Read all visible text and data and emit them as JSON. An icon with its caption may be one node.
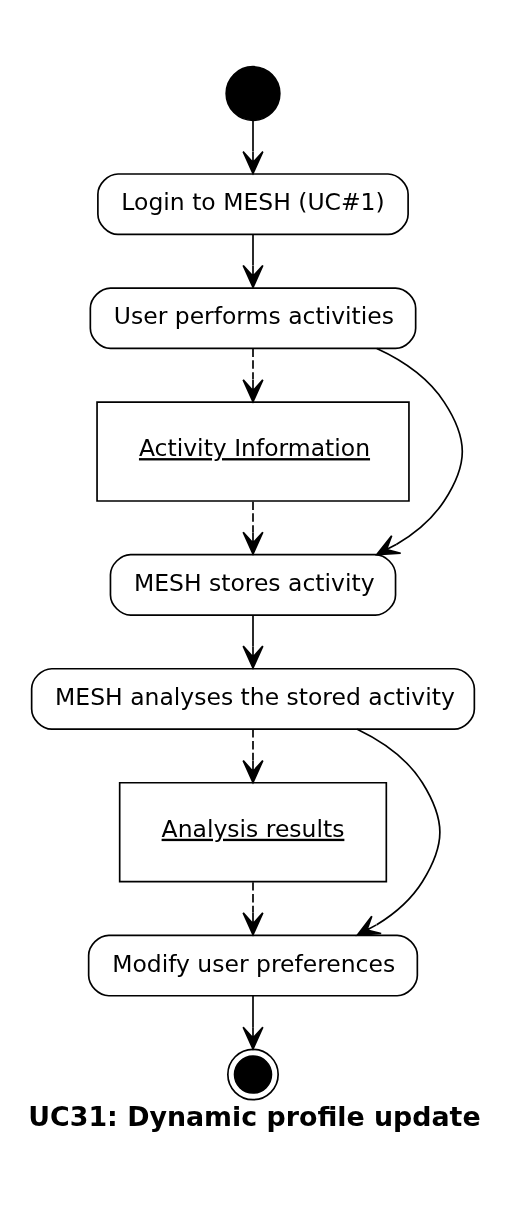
{
  "diagram": {
    "caption": "UC31: Dynamic profile update",
    "nodes": [
      {
        "text": [],
        "shape": "circle"
      },
      {
        "text": [
          "Login to MESH (UC#1)"
        ]
      },
      {
        "text": [
          "User performs activities"
        ]
      },
      {
        "text": [
          "Activity Information"
        ]
      },
      {
        "text": [
          "MESH stores activity"
        ]
      },
      {
        "text": [
          "MESH analyses the stored activity"
        ]
      },
      {
        "text": [
          "Analysis results"
        ]
      },
      {
        "text": [
          "Modify user preferences"
        ]
      },
      {
        "text": [],
        "shape": "circle"
      }
    ],
    "edges": [
      {
        "from": 0,
        "to": 1,
        "arrow": "to"
      },
      {
        "from": 1,
        "to": 2,
        "arrow": "to"
      },
      {
        "from": 2,
        "to": 3,
        "arrow": "to",
        "style": "dashed"
      },
      {
        "from": 3,
        "to": 4,
        "arrow": "to",
        "style": "dashed"
      },
      {
        "from": 2,
        "to": 4,
        "arrow": "to"
      },
      {
        "from": 4,
        "to": 5,
        "arrow": "to"
      },
      {
        "from": 5,
        "to": 6,
        "arrow": "to",
        "style": "dashed"
      },
      {
        "from": 6,
        "to": 7,
        "arrow": "to",
        "style": "dashed"
      },
      {
        "from": 5,
        "to": 7,
        "arrow": "to"
      },
      {
        "from": 7,
        "to": 8,
        "arrow": "to"
      }
    ]
  }
}
